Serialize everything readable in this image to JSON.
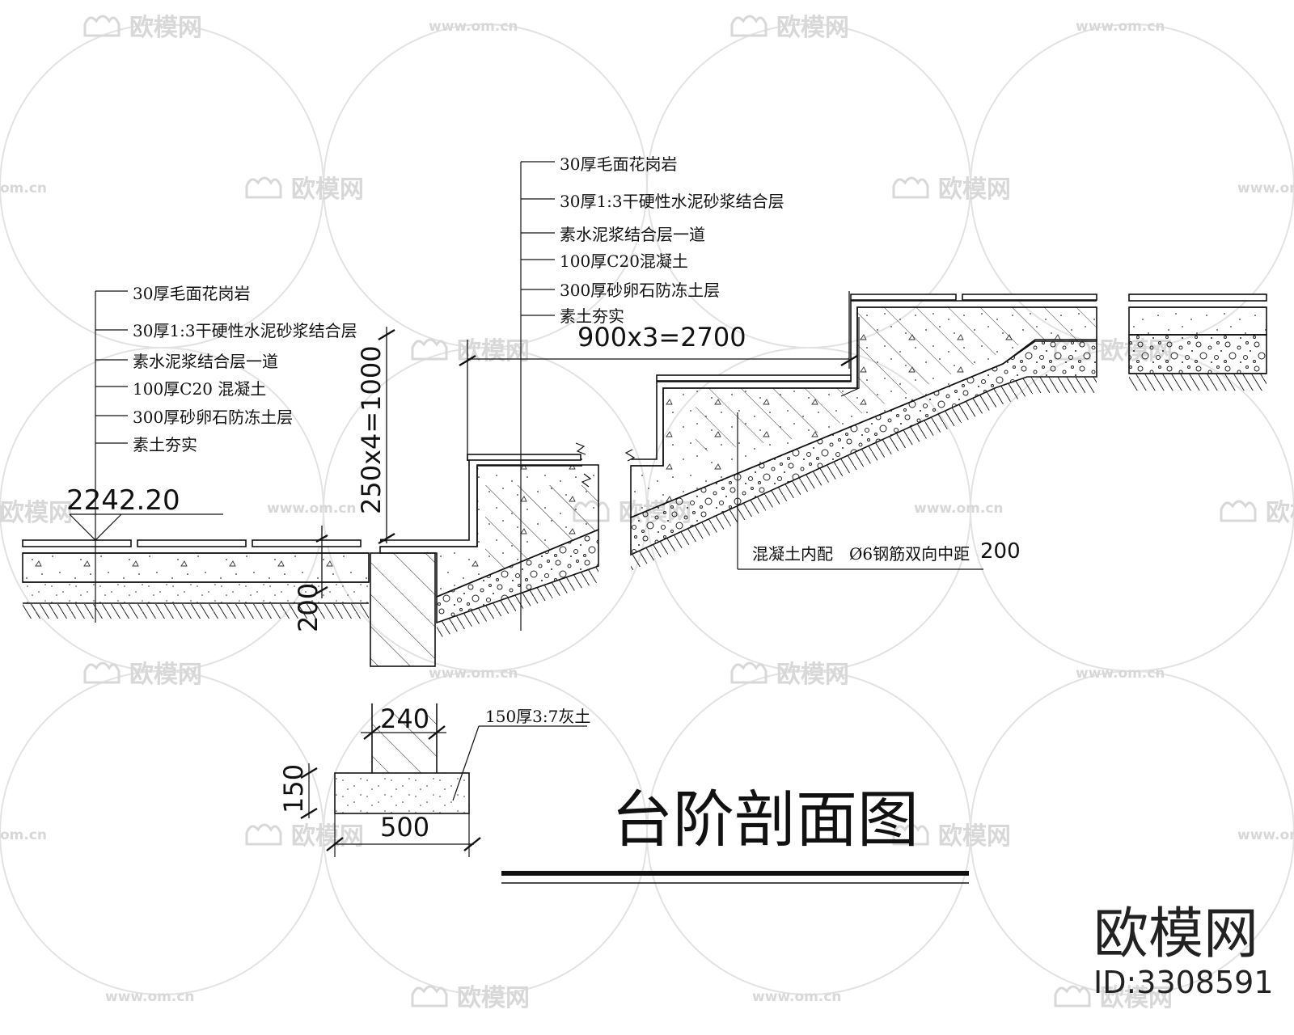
{
  "left_layers": [
    "30厚毛面花岗岩",
    "30厚1:3干硬性水泥砂浆结合层",
    "素水泥浆结合层一道",
    "100厚C20 混凝土",
    "300厚砂卵石防冻土层",
    "素土夯实"
  ],
  "right_layers": [
    "30厚毛面花岗岩",
    "30厚1:3干硬性水泥砂浆结合层",
    "素水泥浆结合层一道",
    "100厚C20混凝土",
    "300厚砂卵石防冻土层",
    "素土夯实"
  ],
  "elevation": "2242.20",
  "dims": {
    "step_run": "900x3=2700",
    "step_rise": "250x4=1000",
    "paving": "200",
    "footing_width": "240",
    "footing_height": "150",
    "footing_base": "500"
  },
  "rebar_note": {
    "text": "混凝土内配",
    "bar": "Ø6钢筋双向中距",
    "spacing": "200"
  },
  "footing_note": "150厚3:7灰土",
  "title": "台阶剖面图",
  "watermark": {
    "logo": "欧模网",
    "url": "www.om.cn",
    "url_short": "om.cn"
  },
  "brand": {
    "name": "欧模网",
    "id": "ID:3308591"
  }
}
